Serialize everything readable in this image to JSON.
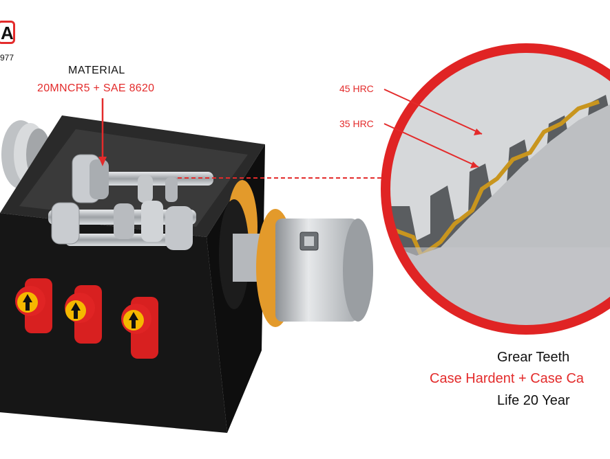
{
  "logo": {
    "letter": "A",
    "year": "977"
  },
  "material": {
    "title": "MATERIAL",
    "value": "20MNCR5 + SAE 8620"
  },
  "hardness": {
    "outer": "45 HRC",
    "inner": "35 HRC"
  },
  "caption": {
    "line1": "Grear Teeth",
    "line2": "Case Hardent + Case Ca",
    "line3": "Life 20 Year"
  },
  "colors": {
    "accent": "#e32b2b",
    "gearbox": "#1b1b1b",
    "brass": "#e39a2b",
    "steel": "#b9bcc0"
  }
}
